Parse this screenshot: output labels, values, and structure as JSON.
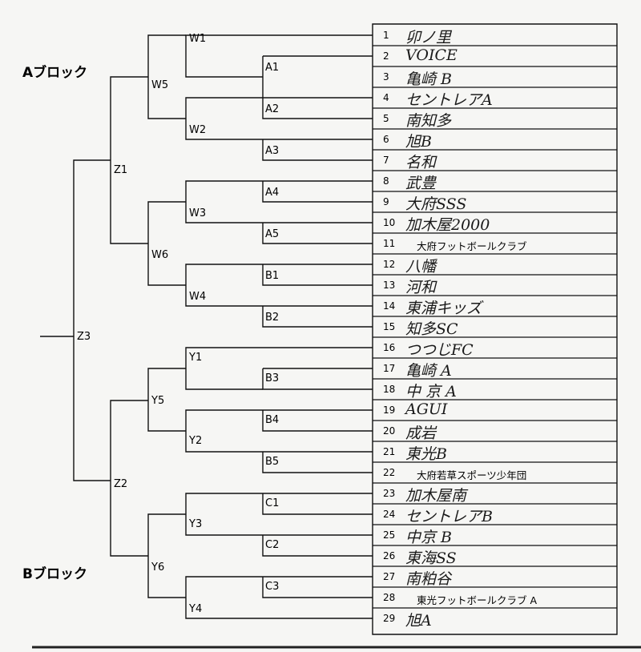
{
  "blocks": {
    "a_label": "Aブロック",
    "b_label": "Bブロック"
  },
  "round_labels": {
    "w1": "W1",
    "w2": "W2",
    "w3": "W3",
    "w4": "W4",
    "w5": "W5",
    "w6": "W6",
    "a1": "A1",
    "a2": "A2",
    "a3": "A3",
    "a4": "A4",
    "a5": "A5",
    "b1": "B1",
    "b2": "B2",
    "b3": "B3",
    "b4": "B4",
    "b5": "B5",
    "c1": "C1",
    "c2": "C2",
    "c3": "C3",
    "y1": "Y1",
    "y2": "Y2",
    "y3": "Y3",
    "y4": "Y4",
    "y5": "Y5",
    "y6": "Y6",
    "z1": "Z1",
    "z2": "Z2",
    "z3": "Z3"
  },
  "teams": [
    {
      "no": "1",
      "name": "卯ノ里"
    },
    {
      "no": "2",
      "name": "VOICE"
    },
    {
      "no": "3",
      "name": "亀崎 B"
    },
    {
      "no": "4",
      "name": "セントレアA"
    },
    {
      "no": "5",
      "name": "南知多"
    },
    {
      "no": "6",
      "name": "旭B"
    },
    {
      "no": "7",
      "name": "名和"
    },
    {
      "no": "8",
      "name": "武豊"
    },
    {
      "no": "9",
      "name": "大府SSS"
    },
    {
      "no": "10",
      "name": "加木屋2000"
    },
    {
      "no": "11",
      "name": "大府フットボールクラブ",
      "printed": true
    },
    {
      "no": "12",
      "name": "八幡"
    },
    {
      "no": "13",
      "name": "河和"
    },
    {
      "no": "14",
      "name": "東浦キッズ"
    },
    {
      "no": "15",
      "name": "知多SC"
    },
    {
      "no": "16",
      "name": "つつじFC"
    },
    {
      "no": "17",
      "name": "亀崎 A"
    },
    {
      "no": "18",
      "name": "中 京 A"
    },
    {
      "no": "19",
      "name": "AGUI"
    },
    {
      "no": "20",
      "name": "成岩"
    },
    {
      "no": "21",
      "name": "東光B"
    },
    {
      "no": "22",
      "name": "大府若草スポーツ少年団",
      "printed": true
    },
    {
      "no": "23",
      "name": "加木屋南"
    },
    {
      "no": "24",
      "name": "セントレアB"
    },
    {
      "no": "25",
      "name": "中京 B"
    },
    {
      "no": "26",
      "name": "東海SS"
    },
    {
      "no": "27",
      "name": "南粕谷"
    },
    {
      "no": "28",
      "name": "東光フットボールクラブ A",
      "printed": true
    },
    {
      "no": "29",
      "name": "旭A"
    }
  ]
}
